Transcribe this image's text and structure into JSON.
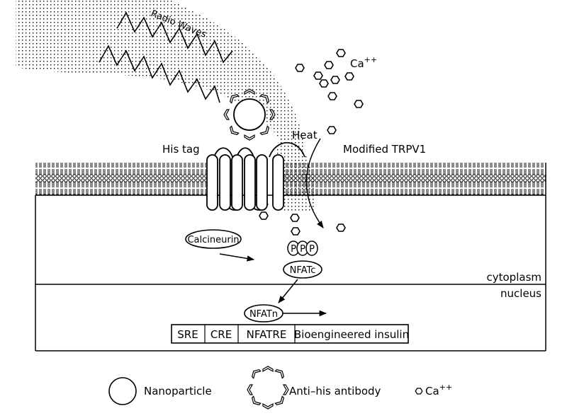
{
  "diagram": {
    "type": "biological-pathway",
    "labels": {
      "radio_waves": "Radio Waves",
      "calcium": "Ca",
      "calcium_charge": "++",
      "heat": "Heat",
      "his_tag": "His tag",
      "modified_trpv1": "Modified TRPV1",
      "calcineurin": "Calcineurin",
      "phosphate": "P",
      "nfatc": "NFATc",
      "nfatn": "NFATn",
      "cytoplasm": "cytoplasm",
      "nucleus": "nucleus"
    },
    "gene_construct": [
      "SRE",
      "CRE",
      "NFATRE",
      "Bioengineered insulin"
    ],
    "legend": [
      {
        "symbol": "circle",
        "label": "Nanoparticle"
      },
      {
        "symbol": "chevron-ring",
        "label": "Anti–his antibody"
      },
      {
        "symbol": "hexagon",
        "label": "Ca",
        "superscript": "++"
      }
    ],
    "colors": {
      "ink": "#000000",
      "background": "#ffffff"
    }
  }
}
